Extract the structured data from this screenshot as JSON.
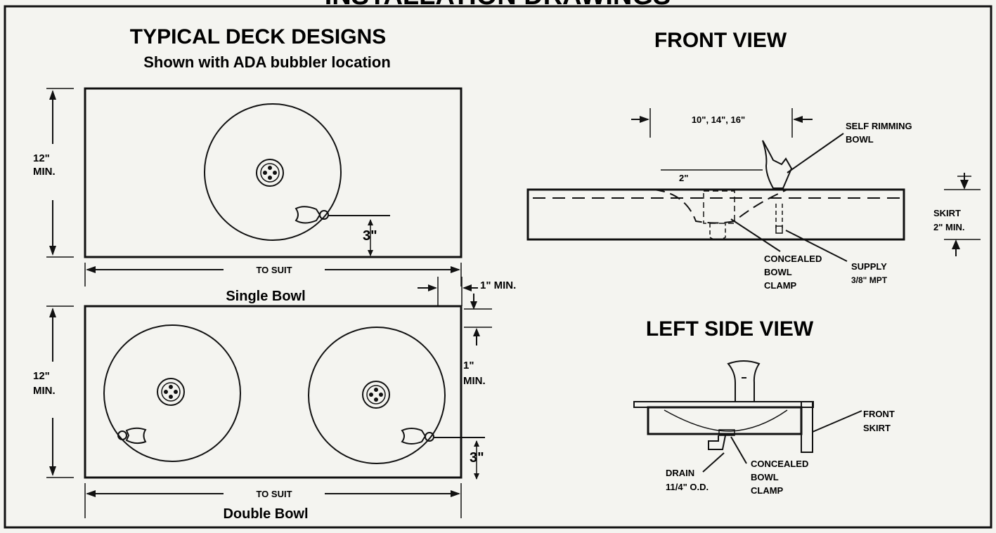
{
  "header": {
    "title": "INSTALLATION DRAWINGS"
  },
  "deck": {
    "title": "TYPICAL DECK DESIGNS",
    "subtitle": "Shown with ADA bubbler location",
    "single": {
      "height_label_1": "12\"",
      "height_label_2": "MIN.",
      "offset_label": "3\"",
      "width_label": "TO SUIT",
      "name": "Single Bowl"
    },
    "gap_label": "1\" MIN.",
    "double": {
      "height_label_1": "12\"",
      "height_label_2": "MIN.",
      "edge_label_1": "1\"",
      "edge_label_2": "MIN.",
      "offset_label": "3\"",
      "width_label": "TO SUIT",
      "name": "Double Bowl"
    }
  },
  "front_view": {
    "title": "FRONT VIEW",
    "bowl_sizes": "10\", 14\", 16\"",
    "rim_label": "2\"",
    "bowl_label_1": "SELF RIMMING",
    "bowl_label_2": "BOWL",
    "skirt_label_1": "SKIRT",
    "skirt_label_2": "2\" MIN.",
    "clamp_label_1": "CONCEALED",
    "clamp_label_2": "BOWL",
    "clamp_label_3": "CLAMP",
    "supply_label_1": "SUPPLY",
    "supply_label_2": "3/8\" MPT"
  },
  "side_view": {
    "title": "LEFT SIDE VIEW",
    "skirt_label_1": "FRONT",
    "skirt_label_2": "SKIRT",
    "drain_label_1": "DRAIN",
    "drain_label_2": "11/4\" O.D.",
    "clamp_label_1": "CONCEALED",
    "clamp_label_2": "BOWL",
    "clamp_label_3": "CLAMP"
  }
}
